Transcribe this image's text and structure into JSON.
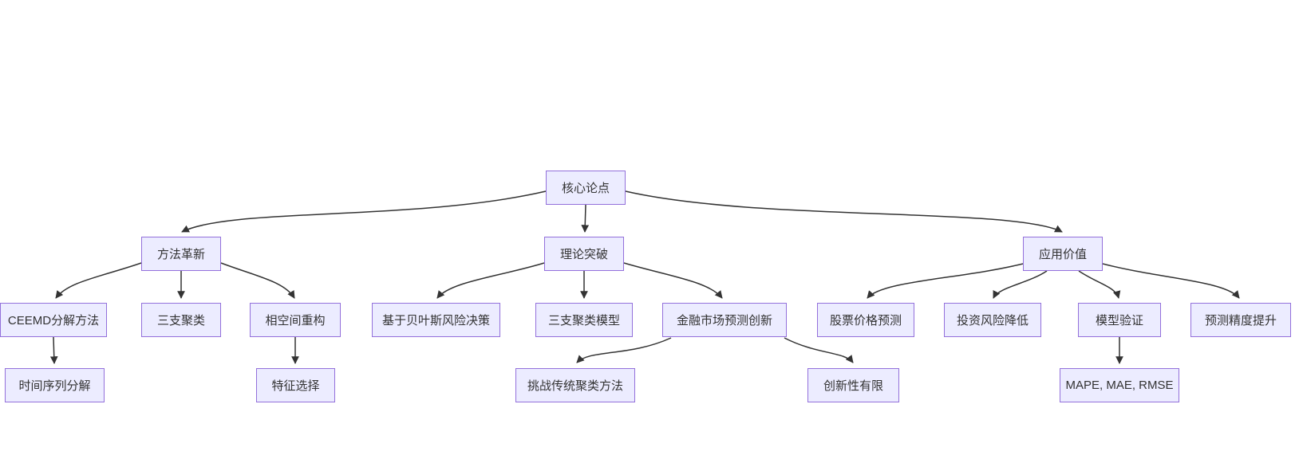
{
  "diagram": {
    "type": "flowchart-tree",
    "background_color": "#ffffff",
    "node_fill_color": "#ECECFF",
    "node_border_color": "#9370DB",
    "node_text_color": "#333333",
    "edge_color": "#333333",
    "nodes": {
      "core_thesis": {
        "label": "核心论点"
      },
      "method_innovation": {
        "label": "方法革新"
      },
      "theory_breakthrough": {
        "label": "理论突破"
      },
      "application_value": {
        "label": "应用价值"
      },
      "ceemd_decomposition": {
        "label": "CEEMD分解方法"
      },
      "three_way_clustering": {
        "label": "三支聚类"
      },
      "phase_space_reconstruction": {
        "label": "相空间重构"
      },
      "bayesian_risk_decision": {
        "label": "基于贝叶斯风险决策"
      },
      "three_way_clustering_model": {
        "label": "三支聚类模型"
      },
      "financial_market_forecast_innovation": {
        "label": "金融市场预测创新"
      },
      "stock_price_prediction": {
        "label": "股票价格预测"
      },
      "investment_risk_reduction": {
        "label": "投资风险降低"
      },
      "model_validation": {
        "label": "模型验证"
      },
      "prediction_accuracy_improvement": {
        "label": "预测精度提升"
      },
      "time_series_decomposition": {
        "label": "时间序列分解"
      },
      "feature_selection": {
        "label": "特征选择"
      },
      "challenge_traditional_clustering": {
        "label": "挑战传统聚类方法"
      },
      "limited_novelty": {
        "label": "创新性有限"
      },
      "error_metrics": {
        "label": "MAPE, MAE, RMSE"
      }
    },
    "edges": [
      {
        "from": "core_thesis",
        "to": "method_innovation"
      },
      {
        "from": "core_thesis",
        "to": "theory_breakthrough"
      },
      {
        "from": "core_thesis",
        "to": "application_value"
      },
      {
        "from": "method_innovation",
        "to": "ceemd_decomposition"
      },
      {
        "from": "method_innovation",
        "to": "three_way_clustering"
      },
      {
        "from": "method_innovation",
        "to": "phase_space_reconstruction"
      },
      {
        "from": "theory_breakthrough",
        "to": "bayesian_risk_decision"
      },
      {
        "from": "theory_breakthrough",
        "to": "three_way_clustering_model"
      },
      {
        "from": "theory_breakthrough",
        "to": "financial_market_forecast_innovation"
      },
      {
        "from": "application_value",
        "to": "stock_price_prediction"
      },
      {
        "from": "application_value",
        "to": "investment_risk_reduction"
      },
      {
        "from": "application_value",
        "to": "model_validation"
      },
      {
        "from": "application_value",
        "to": "prediction_accuracy_improvement"
      },
      {
        "from": "ceemd_decomposition",
        "to": "time_series_decomposition"
      },
      {
        "from": "phase_space_reconstruction",
        "to": "feature_selection"
      },
      {
        "from": "financial_market_forecast_innovation",
        "to": "challenge_traditional_clustering"
      },
      {
        "from": "financial_market_forecast_innovation",
        "to": "limited_novelty"
      },
      {
        "from": "model_validation",
        "to": "error_metrics"
      }
    ]
  }
}
